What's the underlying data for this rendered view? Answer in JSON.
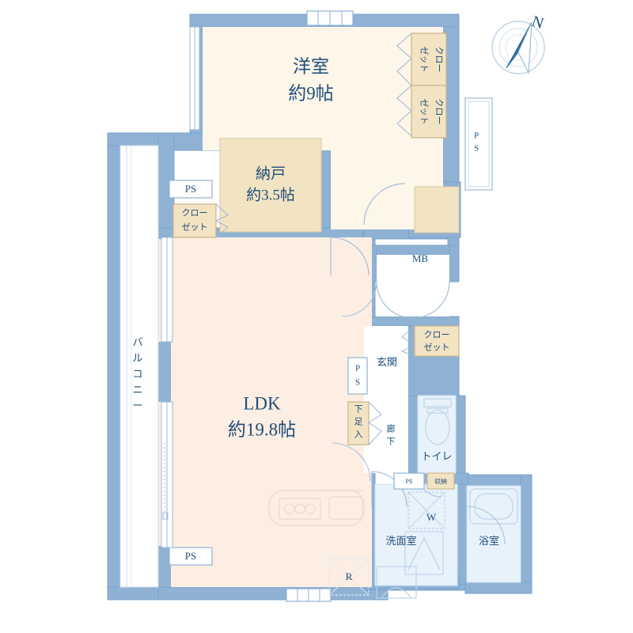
{
  "document": {
    "type": "japanese-floor-plan",
    "title": "間取り図"
  },
  "colors": {
    "wall": "#8fb2d4",
    "wall_stroke": "#6f9ac4",
    "text": "#1f4e79",
    "room_cream": "#fdf6e9",
    "room_pink": "#fdeee3",
    "storage_tan": "#f2e3c3",
    "storage_tan_stroke": "#cbb489",
    "water_blue": "#e8f2fb",
    "water_stroke": "#aacbe6",
    "balcony_white": "#ffffff",
    "fixture_stroke": "#bcd4e8",
    "background": "#ffffff"
  },
  "compass": {
    "label": "N",
    "name": "north-arrow"
  },
  "rooms": [
    {
      "id": "bedroom",
      "name": "洋室",
      "area": "約9帖",
      "fill": "room_cream"
    },
    {
      "id": "storeroom",
      "name": "納戸",
      "area": "約3.5帖",
      "fill": "storage_tan"
    },
    {
      "id": "ldk",
      "name": "LDK",
      "area": "約19.8帖",
      "fill": "room_pink"
    },
    {
      "id": "entrance",
      "name": "玄関",
      "area": "",
      "fill": "white"
    },
    {
      "id": "corridor",
      "name": "廊下",
      "area": "",
      "fill": "white"
    },
    {
      "id": "toilet",
      "name": "トイレ",
      "area": "",
      "fill": "water_blue"
    },
    {
      "id": "washroom",
      "name": "洗面室",
      "area": "",
      "fill": "water_blue"
    },
    {
      "id": "bathroom",
      "name": "浴室",
      "area": "",
      "fill": "water_blue"
    },
    {
      "id": "balcony",
      "name": "バルコニー",
      "area": "",
      "fill": "balcony_white"
    }
  ],
  "labels": {
    "bedroom_name": "洋室",
    "bedroom_area": "約9帖",
    "storeroom_name": "納戸",
    "storeroom_area": "約3.5帖",
    "ldk_name": "LDK",
    "ldk_area": "約19.8帖",
    "entrance": "玄関",
    "corridor": "廊下",
    "toilet": "トイレ",
    "washroom": "洗面室",
    "bathroom": "浴室",
    "balcony": "バルコニー",
    "mb": "MB",
    "w": "W",
    "r": "R",
    "closet": "クローゼット",
    "closet_line1": "クロー",
    "closet_line2": "ゼット",
    "shoe_box": "下足入",
    "storage_small": "収納",
    "ps": "PS"
  },
  "closets": [
    {
      "id": "bedroom-closet-upper",
      "label": "クローゼット"
    },
    {
      "id": "bedroom-closet-lower",
      "label": "クローゼット"
    },
    {
      "id": "storeroom-closet",
      "label": "クローゼット"
    },
    {
      "id": "entrance-closet",
      "label": "クローゼット"
    }
  ],
  "ps_markers": [
    {
      "id": "ps-east-outer",
      "label": "PS",
      "orientation": "vertical"
    },
    {
      "id": "ps-northwest",
      "label": "PS",
      "orientation": "horizontal"
    },
    {
      "id": "ps-entrance",
      "label": "PS",
      "orientation": "vertical"
    },
    {
      "id": "ps-washroom",
      "label": "PS",
      "orientation": "horizontal"
    },
    {
      "id": "ps-southwest",
      "label": "PS",
      "orientation": "horizontal"
    }
  ],
  "fixtures": [
    {
      "id": "kitchen-counter",
      "label": ""
    },
    {
      "id": "stove-burners",
      "label": "",
      "count": 3
    },
    {
      "id": "kitchen-sink",
      "label": ""
    },
    {
      "id": "refrigerator",
      "label": "R"
    },
    {
      "id": "washing-machine",
      "label": "W"
    },
    {
      "id": "toilet-fixture",
      "label": ""
    },
    {
      "id": "bathtub",
      "label": ""
    },
    {
      "id": "vanity-sink",
      "label": ""
    }
  ]
}
